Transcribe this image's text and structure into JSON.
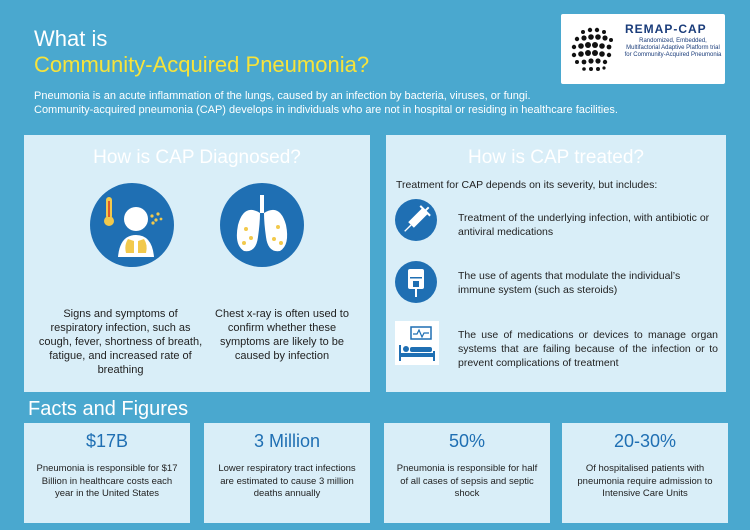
{
  "header": {
    "title_line1": "What is",
    "title_line2": "Community-Acquired Pneumonia?",
    "intro_line1": "Pneumonia is an acute inflammation of the lungs, caused by an infection by bacteria, viruses, or fungi.",
    "intro_line2": "Community-acquired pneumonia (CAP) develops in individuals who are not in hospital or residing in healthcare facilities."
  },
  "logo": {
    "name": "REMAP-CAP",
    "subtitle": "Randomized, Embedded, Multifactorial Adaptive Platform trial for Community-Acquired Pneumonia"
  },
  "diagnosis": {
    "heading": "How is CAP Diagnosed?",
    "items": [
      {
        "icon": "thermometer-person-icon",
        "text": "Signs and symptoms of respiratory infection, such as cough, fever, shortness of breath, fatigue, and increased rate of breathing"
      },
      {
        "icon": "lungs-icon",
        "text": "Chest x-ray is often used to confirm whether these symptoms are likely to be caused by infection"
      }
    ]
  },
  "treatment": {
    "heading": "How is CAP treated?",
    "intro": "Treatment for CAP depends on its severity, but includes:",
    "items": [
      {
        "icon": "syringe-icon",
        "text": "Treatment of the underlying infection, with antibiotic or antiviral medications"
      },
      {
        "icon": "iv-bag-icon",
        "text": "The use of agents that modulate the individual’s immune system (such as steroids)"
      },
      {
        "icon": "hospital-bed-icon",
        "text": "The use of medications or devices to manage organ systems that are failing because of the infection or to prevent complications of treatment"
      }
    ]
  },
  "facts": {
    "heading": "Facts and Figures",
    "items": [
      {
        "value": "$17B",
        "text": "Pneumonia is responsible for $17 Billion in healthcare costs each year in the United States"
      },
      {
        "value": "3 Million",
        "text": "Lower respiratory tract infections are estimated to cause 3 million deaths annually"
      },
      {
        "value": "50%",
        "text": "Pneumonia is responsible for half of all cases of sepsis and septic shock"
      },
      {
        "value": "20-30%",
        "text": "Of hospitalised patients with pneumonia require admission to Intensive Care Units"
      }
    ]
  },
  "colors": {
    "background": "#4aa8cf",
    "panel": "#d9eef8",
    "accent_blue": "#1f6fb3",
    "title_yellow": "#f7e33a",
    "lung_yellow": "#f2c94c"
  }
}
